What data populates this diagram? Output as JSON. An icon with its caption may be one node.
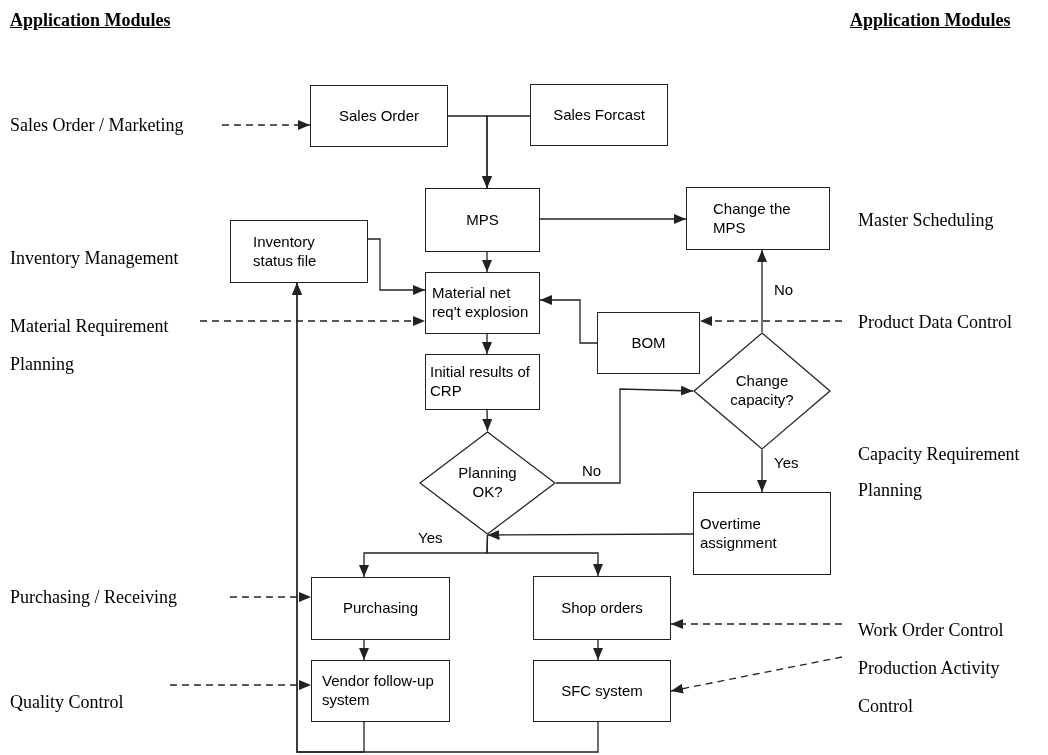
{
  "diagram": {
    "nodes": [
      {
        "text": [
          "Sales Order / Marketing"
        ]
      },
      {
        "text": [
          "Sales Order"
        ]
      },
      {
        "text": [
          "Sales Forcast"
        ]
      },
      {
        "text": [
          "MPS"
        ]
      },
      {
        "text": [
          "Change the MPS"
        ]
      },
      {
        "text": [
          "Inventory status file"
        ]
      },
      {
        "text": [
          "Material net req't explosion"
        ]
      },
      {
        "text": [
          "BOM"
        ]
      },
      {
        "text": [
          "Initial results of CRP"
        ]
      },
      {
        "text": [
          "Change capacity?"
        ]
      },
      {
        "text": [
          "Planning OK?"
        ]
      },
      {
        "text": [
          "Overtime assignment"
        ]
      },
      {
        "text": [
          "Purchasing"
        ]
      },
      {
        "text": [
          "Shop orders"
        ]
      },
      {
        "text": [
          "Vendor follow-up system"
        ]
      },
      {
        "text": [
          "SFC system"
        ]
      },
      {
        "text": [
          "Material Requirement Planning"
        ]
      },
      {
        "text": [
          "Product Data Control"
        ]
      },
      {
        "text": [
          "Purchasing / Receiving"
        ]
      },
      {
        "text": [
          "Quality Control"
        ]
      },
      {
        "text": [
          "Work Order Control"
        ]
      },
      {
        "text": [
          "Production Activity Control"
        ]
      }
    ],
    "edges": [
      {
        "from": 0,
        "to": 1,
        "arrow": "to",
        "style": "dashed"
      },
      {
        "from": 1,
        "to": 3,
        "arrow": "to"
      },
      {
        "from": 2,
        "to": 3,
        "arrow": "to"
      },
      {
        "from": 3,
        "to": 4,
        "arrow": "to"
      },
      {
        "from": 3,
        "to": 6,
        "arrow": "to"
      },
      {
        "from": 5,
        "to": 6,
        "arrow": "to"
      },
      {
        "from": 16,
        "to": 6,
        "arrow": "to",
        "style": "dashed"
      },
      {
        "from": 7,
        "to": 6,
        "arrow": "to"
      },
      {
        "from": 17,
        "to": 7,
        "arrow": "to",
        "style": "dashed"
      },
      {
        "from": 9,
        "to": 4,
        "arrow": "to",
        "label": "No"
      },
      {
        "from": 6,
        "to": 8,
        "arrow": "to"
      },
      {
        "from": 8,
        "to": 10,
        "arrow": "to"
      },
      {
        "from": 10,
        "to": 9,
        "arrow": "to",
        "label": "No"
      },
      {
        "from": 9,
        "to": 11,
        "arrow": "to",
        "label": "Yes"
      },
      {
        "from": 11,
        "to": 10,
        "arrow": "to"
      },
      {
        "from": 10,
        "to": 12,
        "arrow": "to",
        "label": "Yes"
      },
      {
        "from": 10,
        "to": 13,
        "arrow": "to"
      },
      {
        "from": 18,
        "to": 12,
        "arrow": "to",
        "style": "dashed"
      },
      {
        "from": 12,
        "to": 14,
        "arrow": "to"
      },
      {
        "from": 20,
        "to": 13,
        "arrow": "to",
        "style": "dashed"
      },
      {
        "from": 13,
        "to": 15,
        "arrow": "to"
      },
      {
        "from": 19,
        "to": 14,
        "arrow": "to",
        "style": "dashed"
      },
      {
        "from": 21,
        "to": 15,
        "arrow": "to",
        "style": "dashed"
      },
      {
        "from": 14,
        "to": 5,
        "arrow": "to"
      },
      {
        "from": 15,
        "to": 5,
        "arrow": "to"
      }
    ],
    "labels": [
      "Application Modules",
      "Application Modules",
      "Master Scheduling",
      "Inventory Management",
      "Capacity Requirement Planning"
    ]
  }
}
